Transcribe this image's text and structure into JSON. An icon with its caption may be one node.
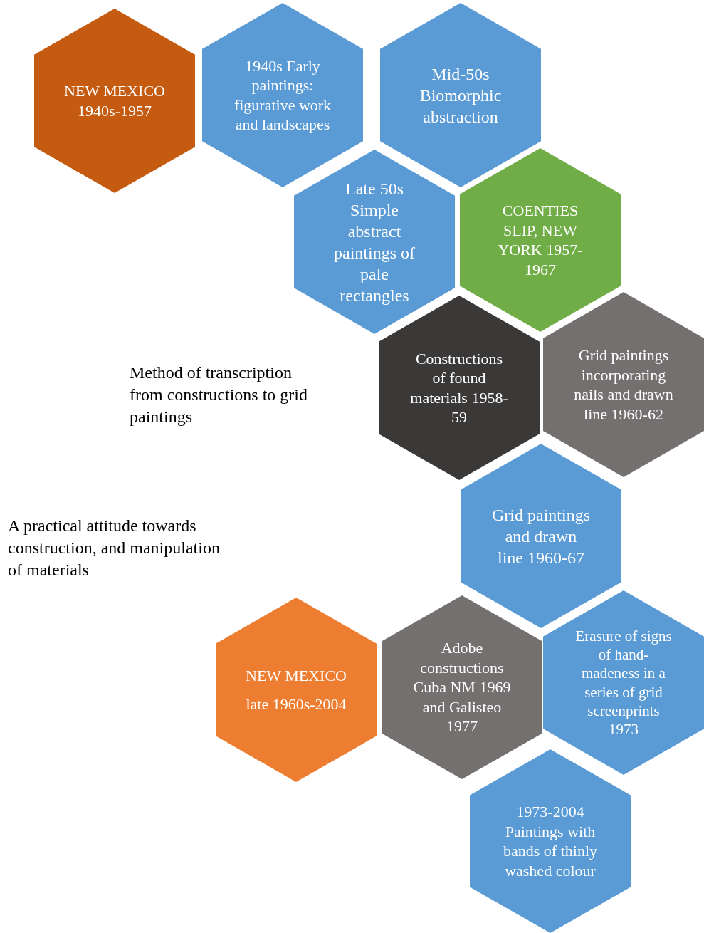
{
  "diagram": {
    "nodes": [
      {
        "text": [
          "NEW MEXICO 1940s-1957"
        ]
      },
      {
        "text": [
          "1940s Early paintings: figurative work and landscapes"
        ]
      },
      {
        "text": [
          "Mid-50s Biomorphic abstraction"
        ]
      },
      {
        "text": [
          "Late 50s Simple abstract paintings of pale rectangles"
        ]
      },
      {
        "text": [
          "COENTIES SLIP, NEW YORK 1957-1967"
        ]
      },
      {
        "text": [
          "Constructions of found materials 1958-59"
        ]
      },
      {
        "text": [
          "Grid paintings incorporating nails and drawn line 1960-62"
        ]
      },
      {
        "text": [
          "Grid paintings and drawn line 1960-67"
        ]
      },
      {
        "text": [
          "NEW MEXICO",
          "late 1960s-2004"
        ]
      },
      {
        "text": [
          "Adobe constructions Cuba NM 1969 and Galisteo 1977"
        ]
      },
      {
        "text": [
          "Erasure of signs of hand-madeness in a series of grid screenprints 1973"
        ]
      },
      {
        "text": [
          "1973-2004 Paintings with bands of thinly washed colour"
        ]
      }
    ],
    "labels": [
      "Method of transcription from constructions to grid paintings",
      "A practical attitude towards construction, and manipulation of materials"
    ]
  }
}
